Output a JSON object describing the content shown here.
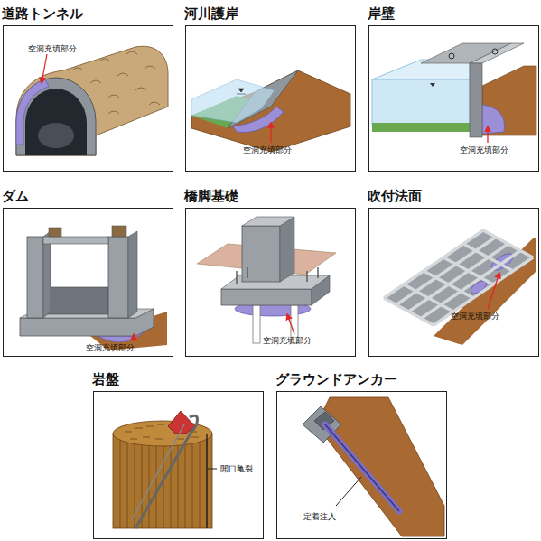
{
  "diagram": {
    "nodes": [
      {
        "text": [
          "道路トンネル",
          "空洞充填部分"
        ]
      },
      {
        "text": [
          "河川護岸",
          "空洞充填部分"
        ]
      },
      {
        "text": [
          "岸壁",
          "空洞充填部分"
        ]
      },
      {
        "text": [
          "ダム",
          "空洞充填部分"
        ]
      },
      {
        "text": [
          "橋脚基礎",
          "空洞充填部分"
        ]
      },
      {
        "text": [
          "吹付法面",
          "空洞充填部分"
        ]
      },
      {
        "text": [
          "岩盤",
          "開口亀裂"
        ]
      },
      {
        "text": [
          "グラウンドアンカー",
          "定着注入"
        ]
      }
    ]
  }
}
